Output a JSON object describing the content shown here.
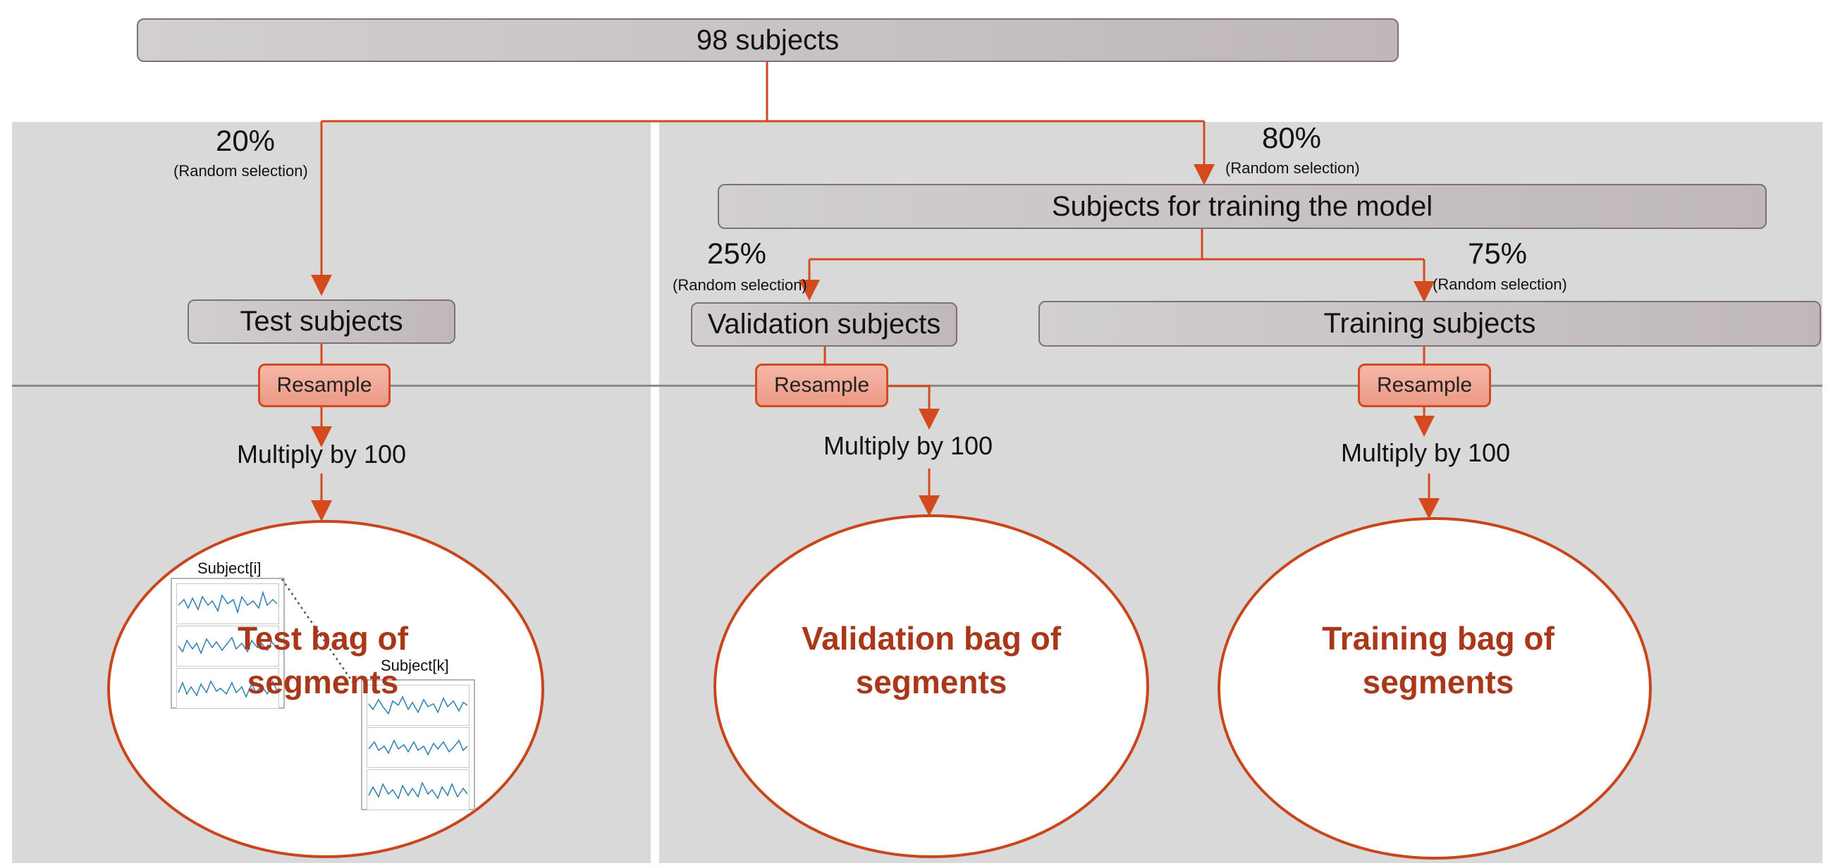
{
  "root": {
    "label": "98 subjects"
  },
  "test_branch": {
    "percent": "20%",
    "selection": "(Random selection)",
    "box": "Test subjects",
    "resample": "Resample",
    "multiply": "Multiply by 100",
    "bag": "Test bag of segments",
    "subject_i": "Subject[i]",
    "subject_k": "Subject[k]"
  },
  "train_branch": {
    "percent": "80%",
    "selection": "(Random selection)",
    "box": "Subjects for training the model"
  },
  "validation": {
    "percent": "25%",
    "selection": "(Random selection)",
    "box": "Validation subjects",
    "resample": "Resample",
    "multiply": "Multiply by 100",
    "bag": "Validation bag of segments"
  },
  "training": {
    "percent": "75%",
    "selection": "(Random selection)",
    "box": "Training subjects",
    "resample": "Resample",
    "multiply": "Multiply by 100",
    "bag": "Training bag of segments"
  },
  "colors": {
    "arrow": "#d24a1d",
    "panel": "#d9d9d9",
    "bag_text": "#a9381a",
    "signal": "#2e7fb0"
  }
}
